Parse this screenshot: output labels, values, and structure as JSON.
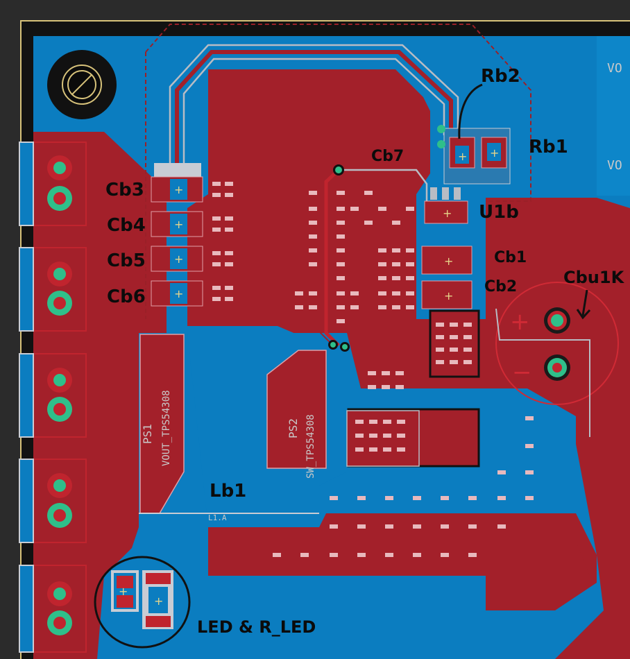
{
  "annotations": {
    "rb2": "Rb2",
    "rb1": "Rb1",
    "cb7": "Cb7",
    "cb3": "Cb3",
    "cb4": "Cb4",
    "cb5": "Cb5",
    "cb6": "Cb6",
    "u1b": "U1b",
    "cb1": "Cb1",
    "cb2": "Cb2",
    "cbulk": "Cbu1K",
    "lb1": "Lb1",
    "led": "LED & R_LED"
  },
  "silkscreen": {
    "ps1_ref": "PS1",
    "ps1_net": "VOUT_TPS54308",
    "ps2_ref": "PS2",
    "ps2_net": "SW_TPS54308",
    "l1": "L1.A",
    "vo1": "VO",
    "vo2": "VO",
    "plus": "+",
    "minus": "−"
  },
  "colors": {
    "background": "#2b2b2b",
    "board_blue": "#0b7dc0",
    "copper_red": "#a3202a",
    "pad_red": "#c0242e",
    "via_green": "#2fbf8a",
    "silk_yellow": "#e6d58a"
  }
}
